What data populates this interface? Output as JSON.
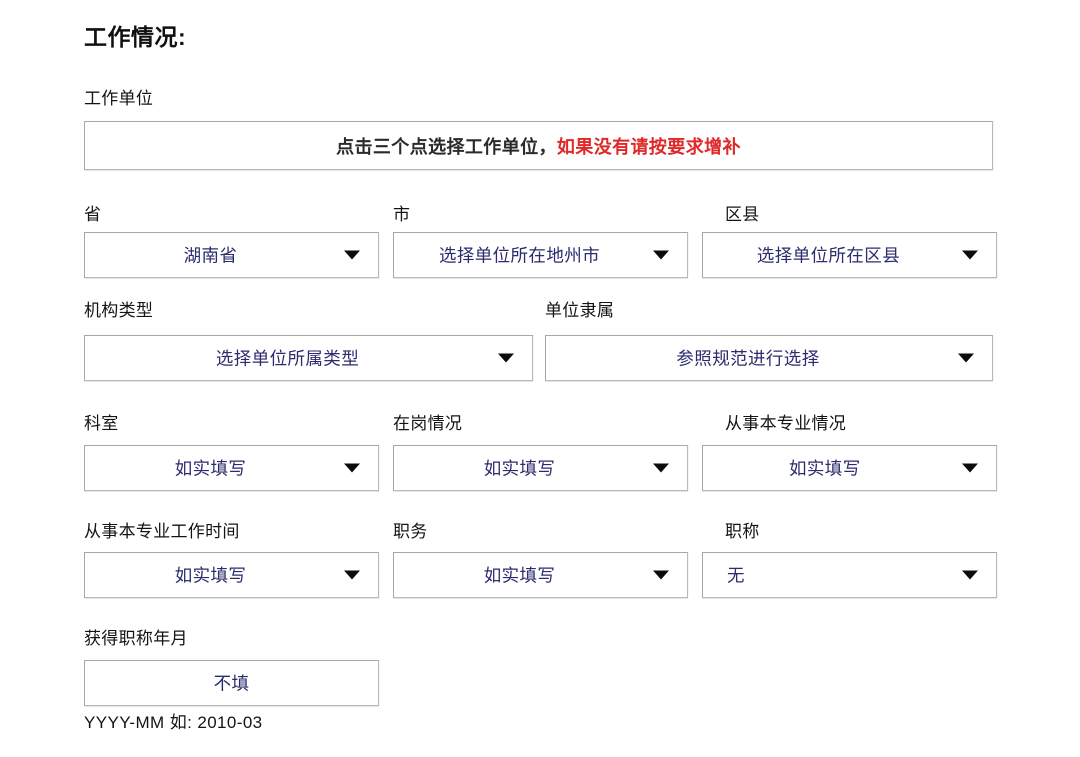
{
  "section": {
    "title": "工作情况:"
  },
  "work_unit": {
    "label": "工作单位",
    "banner_primary": "点击三个点选择工作单位，",
    "banner_warning": "如果没有请按要求增补",
    "warning_color": "#e02828",
    "primary_color": "#2a2a2a"
  },
  "value_color": "#2b2b6e",
  "label_color": "#141414",
  "rows": [
    {
      "name": "location-row",
      "fields": [
        {
          "label": "省",
          "value": "湖南省",
          "has_caret": true,
          "name": "province"
        },
        {
          "label": "市",
          "value": "选择单位所在地州市",
          "has_caret": true,
          "name": "city"
        },
        {
          "label": "区县",
          "value": "选择单位所在区县",
          "has_caret": true,
          "name": "district"
        }
      ]
    },
    {
      "name": "organization-row",
      "fields": [
        {
          "label": "机构类型",
          "value": "选择单位所属类型",
          "has_caret": true,
          "name": "org-type"
        },
        {
          "label": "单位隶属",
          "value": "参照规范进行选择",
          "has_caret": true,
          "name": "org-affiliation"
        }
      ]
    },
    {
      "name": "department-row",
      "fields": [
        {
          "label": "科室",
          "value": "如实填写",
          "has_caret": true,
          "name": "department"
        },
        {
          "label": "在岗情况",
          "value": "如实填写",
          "has_caret": true,
          "name": "on-duty-status"
        },
        {
          "label": "从事本专业情况",
          "value": "如实填写",
          "has_caret": true,
          "name": "profession-status"
        }
      ]
    },
    {
      "name": "position-row",
      "fields": [
        {
          "label": "从事本专业工作时间",
          "value": "如实填写",
          "has_caret": true,
          "name": "profession-years"
        },
        {
          "label": "职务",
          "value": "如实填写",
          "has_caret": true,
          "name": "duty"
        },
        {
          "label": "职称",
          "value": "无",
          "has_caret": true,
          "name": "title-rank"
        }
      ]
    },
    {
      "name": "title-date-row",
      "fields": [
        {
          "label": "获得职称年月",
          "value": "不填",
          "has_caret": false,
          "name": "title-date"
        }
      ]
    }
  ],
  "helper": {
    "text": "YYYY-MM 如: 2010-03"
  }
}
